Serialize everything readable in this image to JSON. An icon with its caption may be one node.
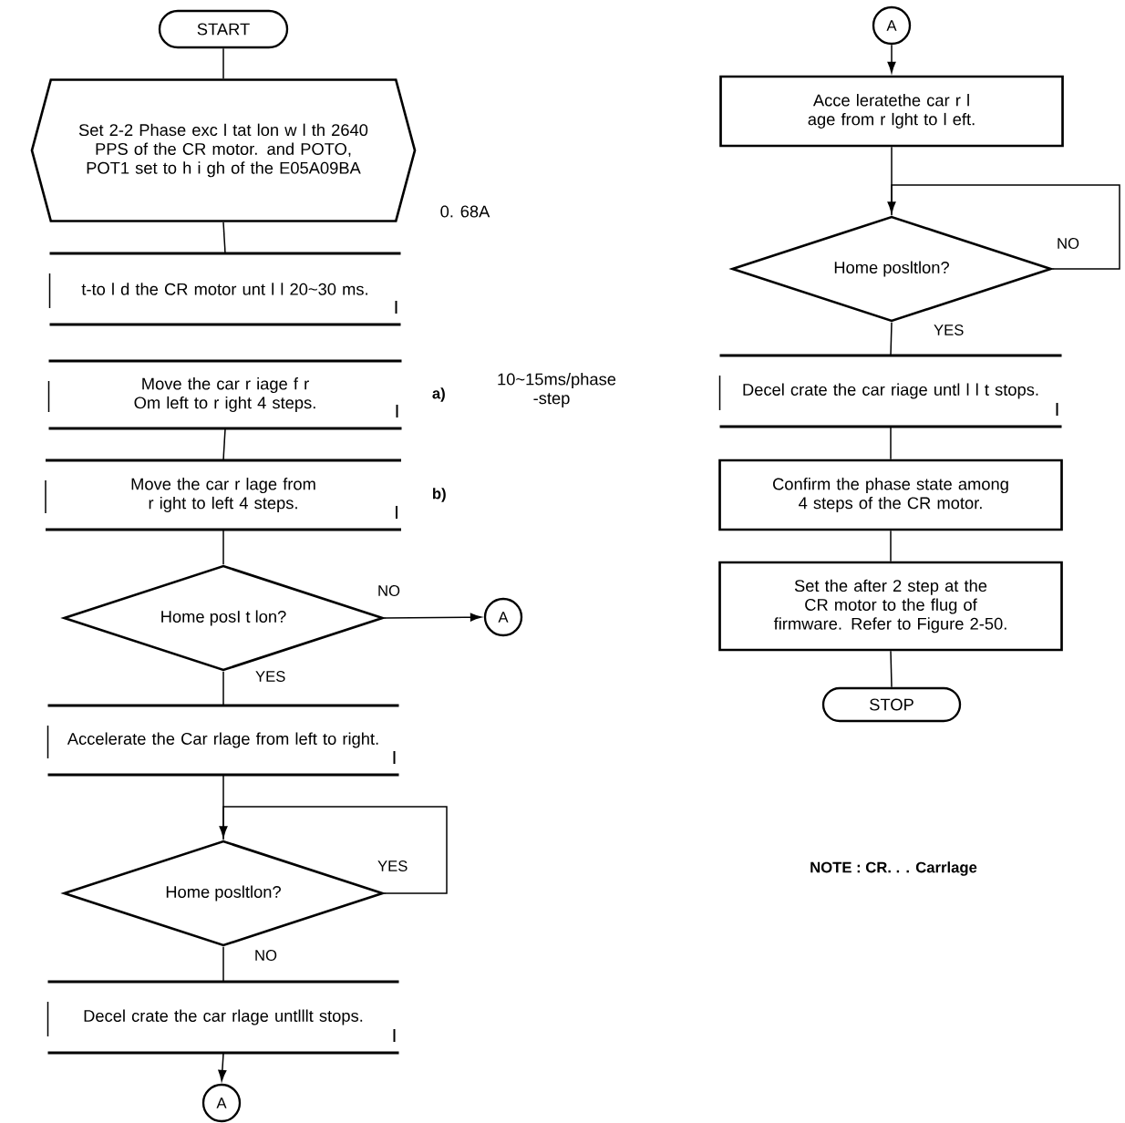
{
  "diagram": {
    "nodes": [
      {
        "text": [
          "START"
        ]
      },
      {
        "text": [
          "Set 2-2 Phase exc l tat lon w l th 2640 PPS of the CR motor. and POTO, POT1 set to h i gh of the E05A09BA"
        ]
      },
      {
        "text": [
          "t-to l d the CR motor unt l l 20~30 ms."
        ]
      },
      {
        "text": [
          "Move the car r iage f r Om left to r ight 4 steps."
        ],
        "beside": [
          "a)"
        ]
      },
      {
        "text": [
          "Move the car r lage from r ight to left 4 steps."
        ],
        "beside": [
          "b)"
        ]
      },
      {
        "text": [
          "Home posI t lon?"
        ]
      },
      {
        "text": [
          "A"
        ]
      },
      {
        "text": [
          "Accelerate the Car rlage from left to right."
        ]
      },
      {
        "text": [
          "Home posltlon?"
        ]
      },
      {
        "text": [
          "Decel crate the car rlage untlllt stops."
        ]
      },
      {
        "text": [
          "A"
        ]
      },
      {
        "text": [
          "A"
        ]
      },
      {
        "text": [
          "Acce leratethe car r l age from r lght to l eft."
        ]
      },
      {
        "text": [
          "Home posltlon?"
        ]
      },
      {
        "text": [
          "Decel crate the car riage untl l l t stops."
        ]
      },
      {
        "text": [
          "Confirm the phase state among 4 steps of the CR motor."
        ]
      },
      {
        "text": [
          "Set the after 2 step at the CR motor to the flug of firmware. Refer to Figure 2-50."
        ]
      },
      {
        "text": [
          "STOP"
        ]
      }
    ],
    "edges": [
      {
        "from": 0,
        "to": 1,
        "arrow": "none"
      },
      {
        "from": 1,
        "to": 2,
        "arrow": "none"
      },
      {
        "from": 3,
        "to": 4,
        "arrow": "none"
      },
      {
        "from": 4,
        "to": 5,
        "arrow": "none"
      },
      {
        "from": 5,
        "to": 6,
        "arrow": "to",
        "label": "NO"
      },
      {
        "from": 5,
        "to": 7,
        "arrow": "none",
        "label": "YES"
      },
      {
        "from": 7,
        "to": 8,
        "arrow": "none"
      },
      {
        "from": 8,
        "to": 8,
        "arrow": "to",
        "label": "YES"
      },
      {
        "from": 8,
        "to": 9,
        "arrow": "none",
        "label": "NO"
      },
      {
        "from": 9,
        "to": 10,
        "arrow": "to"
      },
      {
        "from": 11,
        "to": 12,
        "arrow": "to"
      },
      {
        "from": 12,
        "to": 13,
        "arrow": "none"
      },
      {
        "from": 13,
        "to": 13,
        "arrow": "to",
        "label": "NO"
      },
      {
        "from": 13,
        "to": 14,
        "arrow": "none",
        "label": "YES"
      },
      {
        "from": 14,
        "to": 15,
        "arrow": "none"
      },
      {
        "from": 15,
        "to": 16,
        "arrow": "none"
      },
      {
        "from": 16,
        "to": 17,
        "arrow": "none"
      }
    ],
    "labels": [
      "0. 68A",
      "10~15ms/phase -step",
      "NOTE : CR. . . Carrlage"
    ]
  }
}
